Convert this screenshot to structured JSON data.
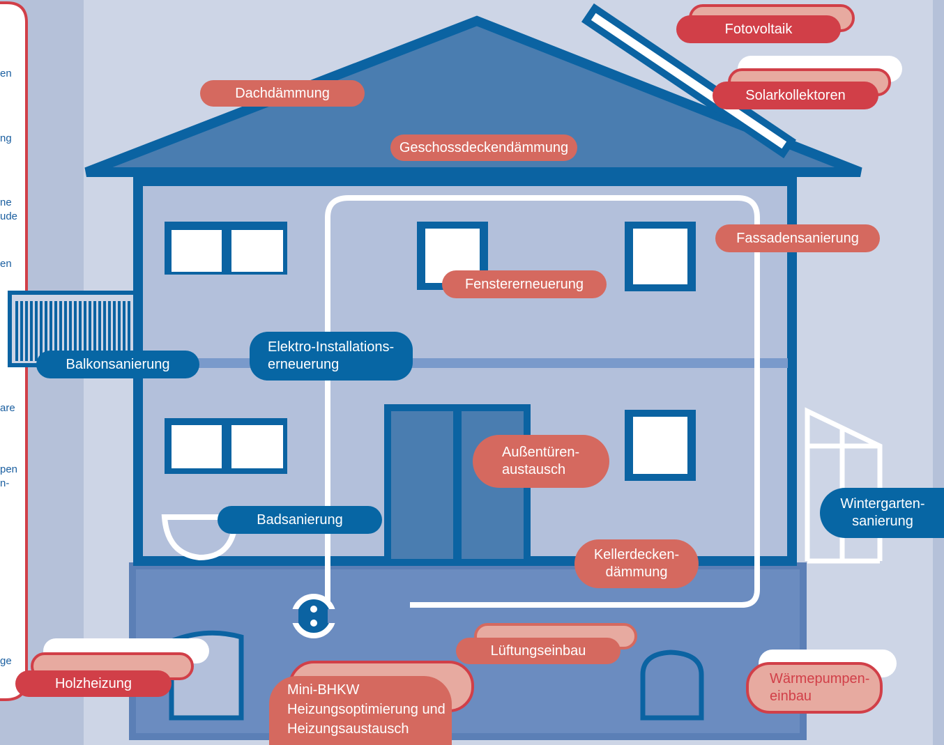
{
  "labels": {
    "dachdaemmung": "Dachdämmung",
    "geschoss": "Geschossdeckendämmung",
    "fotovoltaik": "Fotovoltaik",
    "solar": "Solarkollektoren",
    "fassade": "Fassadensanierung",
    "fenster": "Fenstererneuerung",
    "elektro_1": "Elektro-Installations-",
    "elektro_2": "erneuerung",
    "balkon": "Balkonsanierung",
    "aussentueren_1": "Außentüren-",
    "aussentueren_2": "austausch",
    "wintergarten_1": "Wintergarten-",
    "wintergarten_2": "sanierung",
    "bad": "Badsanierung",
    "keller_1": "Kellerdecken-",
    "keller_2": "dämmung",
    "lueftung": "Lüftungseinbau",
    "holz": "Holzheizung",
    "bhkw_1": "Mini-BHKW",
    "bhkw_2": "Heizungsoptimierung und",
    "bhkw_3": "Heizungsaustausch",
    "waerme_1": "Wärmepumpen-",
    "waerme_2": "einbau"
  },
  "side_panel_fragments": [
    "en",
    "ng",
    "ne",
    "ude",
    "en",
    "are",
    "pen",
    "n-",
    "ge"
  ],
  "colors": {
    "background": "#cdd5e6",
    "house_outline": "#0b63a2",
    "wall_fill": "#b3c0db",
    "roof_fill": "#4a7db0",
    "basement_fill": "#6b8cc0",
    "salmon": "#d5695f",
    "red": "#d13f48",
    "blue_label": "#0766a4",
    "ghost_pink": "#e7aaa0"
  }
}
